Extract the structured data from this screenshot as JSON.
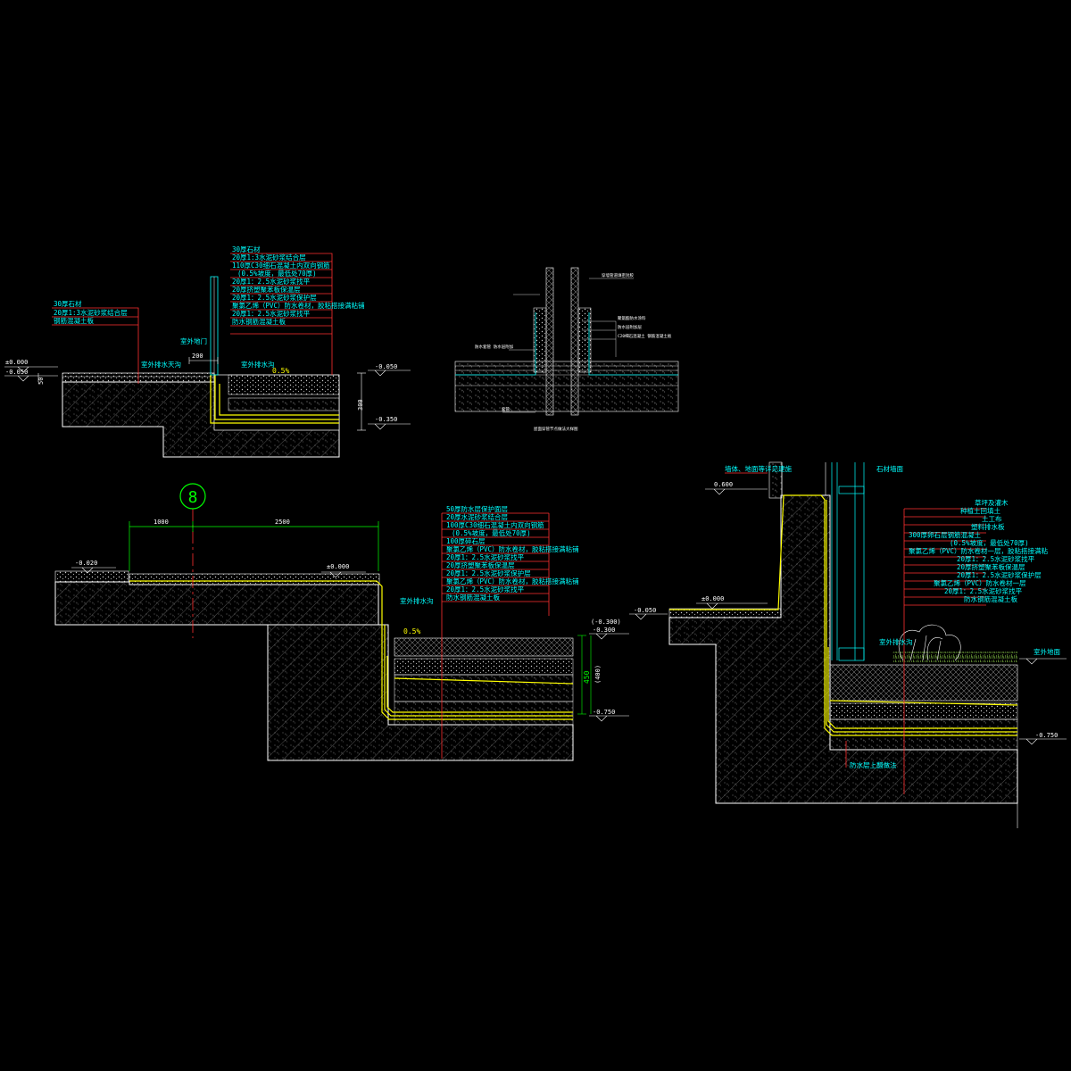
{
  "colors": {
    "background": "#000000",
    "concrete": "#ffffff",
    "leader": "#ff3030",
    "text": "#00ffff",
    "membrane": "#ffff00",
    "axis": "#00ff00",
    "level": "#ffffff"
  },
  "detail_a": {
    "left_notes": [
      "30厚石材",
      "20厚1:3水泥砂浆结合层",
      "钢筋混凝土板"
    ],
    "top_notes": [
      "30厚石材",
      "20厚1:3水泥砂浆结合层",
      "110厚C30细石混凝土内双向钢筋",
      "(0.5%坡度，最低处70厚)",
      "20厚1：2.5水泥砂浆找平",
      "20厚挤塑聚苯板保温层",
      "20厚1：2.5水泥砂浆保护层",
      "聚氯乙烯（PVC）防水卷材，胶粘搭接满粘铺",
      "20厚1：2.5水泥砂浆找平",
      "防水钢筋混凝土板"
    ],
    "label_door": "室外地门",
    "label_drain_left": "室外排水天沟",
    "label_drain_right": "室外排水沟",
    "dim_200": "200",
    "dim_50": "50",
    "dim_300": "300",
    "slope": "0.5%",
    "level_left_top": "±0.000",
    "level_left_bottom": "-0.050",
    "level_right_top": "-0.050",
    "level_right_bottom": "-0.350"
  },
  "detail_b": {
    "right_notes": [
      "穿墙管道填密封胶",
      "聚氨酯防水涂料",
      "防水层附加层",
      "C20细石混凝土 钢筋混凝土板"
    ],
    "left_note": "防水套管 防水层附加",
    "bottom_left": "套管",
    "caption": "屋面穿管节点做法大样图"
  },
  "detail_c": {
    "axis_label": "8",
    "dim_left": "1000",
    "dim_right": "2500",
    "notes": [
      "50厚防水层保护面层",
      "20厚水泥砂浆结合层",
      "100厚C30细石混凝土内双向钢筋",
      "(0.5%坡度，最低处70厚)",
      "100厚碎石层",
      "聚氯乙烯（PVC）防水卷材，胶粘搭接满粘铺",
      "20厚1：2.5水泥砂浆找平",
      "20厚挤塑聚苯板保温层",
      "20厚1：2.5水泥砂浆保护层",
      "聚氯乙烯（PVC）防水卷材，胶粘搭接满粘铺",
      "20厚1：2.5水泥砂浆找平",
      "防水钢筋混凝土板"
    ],
    "label_drain": "室外排水沟",
    "slope": "0.5%",
    "dim_450": "450",
    "dim_paren": "(400)",
    "level_left": "-0.020",
    "level_mid": "±0.000",
    "level_right_1": "(-0.300)",
    "level_right_2": "-0.300",
    "level_right_3": "-0.750"
  },
  "detail_d": {
    "top_label": "墙体、地面等详见建施",
    "label_stone": "石材墙面",
    "notes": [
      "草坪及灌木",
      "种植土回填土",
      "土工布",
      "塑料排水板",
      "300厚卵石层钢筋混凝土",
      "(0.5%坡度，最低处70厚)",
      "聚氯乙烯（PVC）防水卷材一层，胶粘搭接满粘",
      "20厚1：2.5水泥砂浆找平",
      "20厚挤塑聚苯板保温层",
      "20厚1：2.5水泥砂浆保护层",
      "聚氯乙烯（PVC）防水卷材一层",
      "20厚1：2.5水泥砂浆找平",
      "防水钢筋混凝土板"
    ],
    "label_drain": "室外排水沟",
    "label_bottom": "防水层上翻做法",
    "label_ground": "室外地面",
    "level_top": "0.600",
    "level_mid": "±0.000",
    "level_left": "-0.050",
    "level_bottom": "-0.750"
  }
}
